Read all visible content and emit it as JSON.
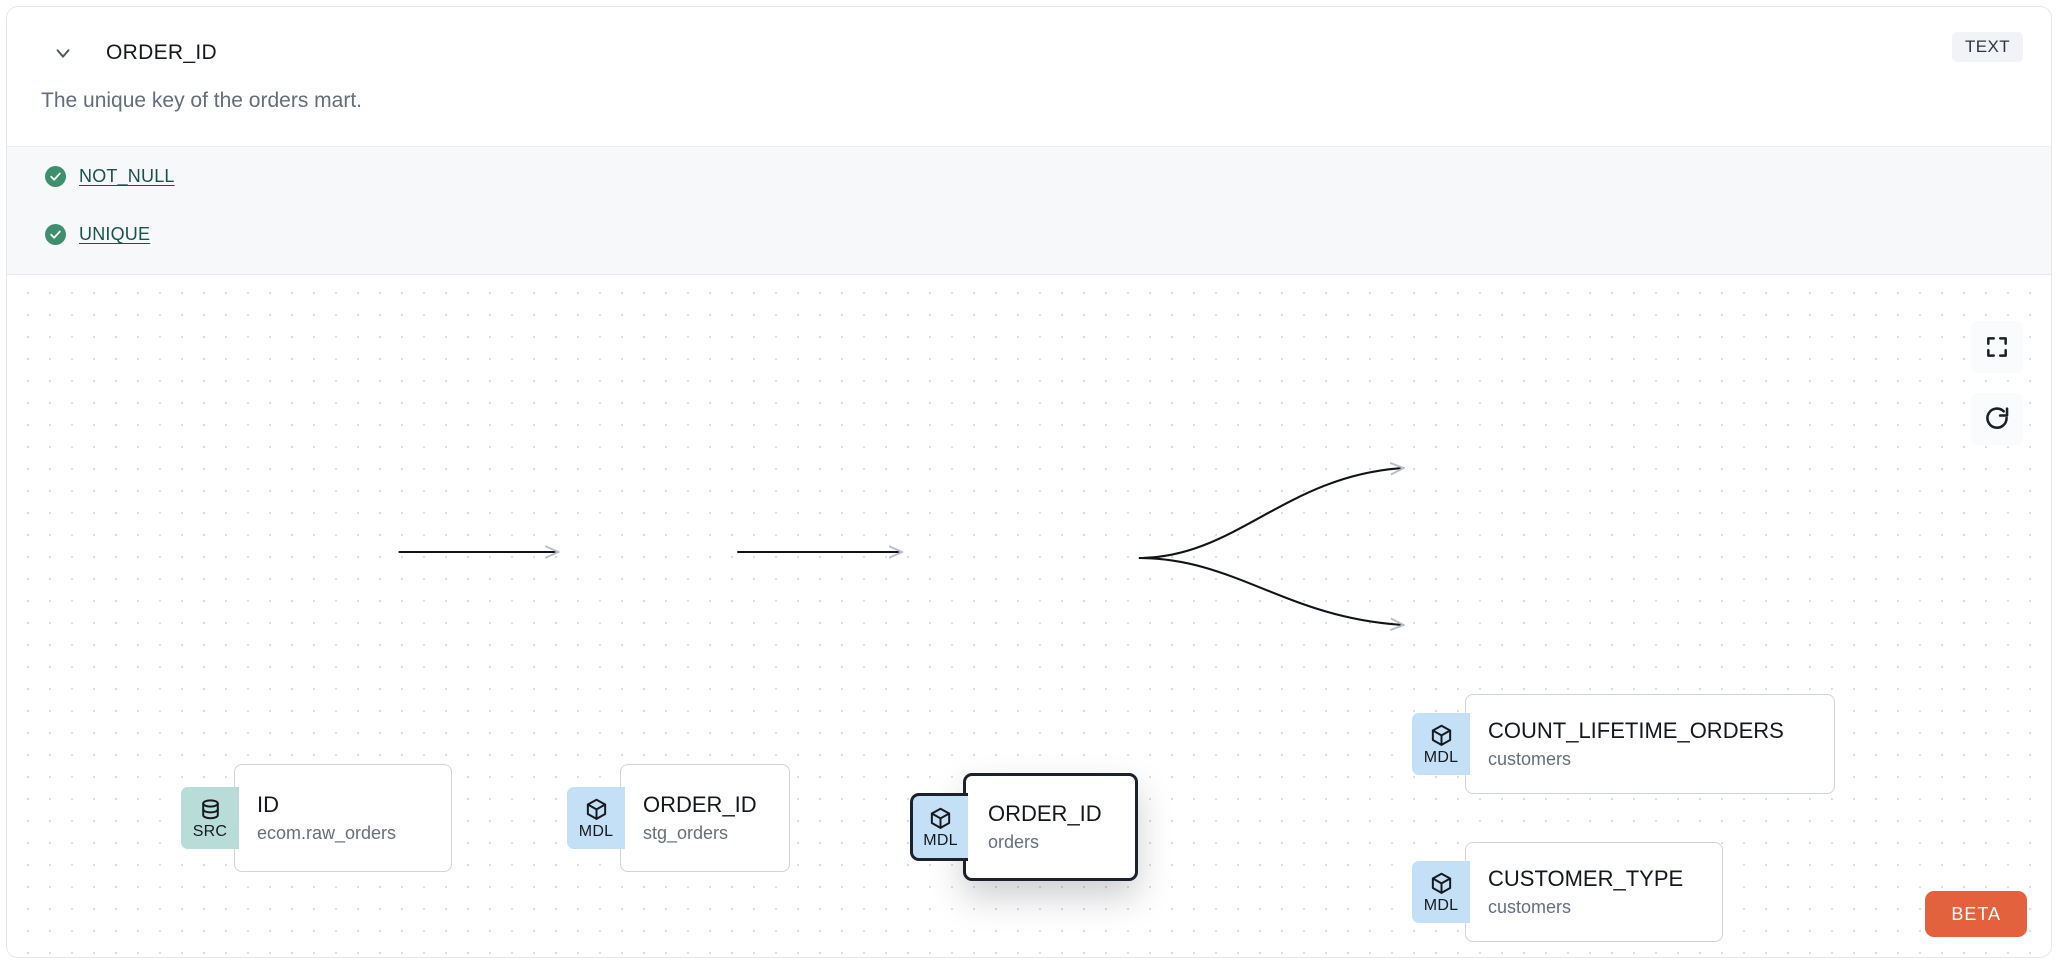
{
  "header": {
    "collapse_icon": "chevron-down-icon",
    "title": "ORDER_ID",
    "type_badge": "TEXT",
    "description": "The unique key of the orders mart."
  },
  "tests": [
    {
      "status_icon": "check-circle-icon",
      "label": "NOT_NULL",
      "status": "pass"
    },
    {
      "status_icon": "check-circle-icon",
      "label": "UNIQUE",
      "status": "pass"
    }
  ],
  "lineage": {
    "nodes": [
      {
        "id": "src",
        "badge": "SRC",
        "badge_icon": "database-icon",
        "name": "ID",
        "sub": "ecom.raw_orders",
        "selected": false
      },
      {
        "id": "stg",
        "badge": "MDL",
        "badge_icon": "cube-icon",
        "name": "ORDER_ID",
        "sub": "stg_orders",
        "selected": false
      },
      {
        "id": "orders",
        "badge": "MDL",
        "badge_icon": "cube-icon",
        "name": "ORDER_ID",
        "sub": "orders",
        "selected": true
      },
      {
        "id": "count",
        "badge": "MDL",
        "badge_icon": "cube-icon",
        "name": "COUNT_LIFETIME_ORDERS",
        "sub": "customers",
        "selected": false
      },
      {
        "id": "cust",
        "badge": "MDL",
        "badge_icon": "cube-icon",
        "name": "CUSTOMER_TYPE",
        "sub": "customers",
        "selected": false
      }
    ],
    "edges": [
      {
        "from": "src",
        "to": "stg"
      },
      {
        "from": "stg",
        "to": "orders"
      },
      {
        "from": "orders",
        "to": "count"
      },
      {
        "from": "orders",
        "to": "cust"
      }
    ],
    "controls": [
      {
        "id": "fit",
        "icon": "fit-view-icon"
      },
      {
        "id": "reset",
        "icon": "refresh-icon"
      }
    ],
    "beta_label": "BETA"
  },
  "colors": {
    "src_badge": "#b8ddd9",
    "mdl_badge": "#c3e0f7",
    "test_pass": "#3e8f6e",
    "test_link": "#17544b",
    "beta": "#e4613d",
    "selected_border": "#1c222c"
  }
}
